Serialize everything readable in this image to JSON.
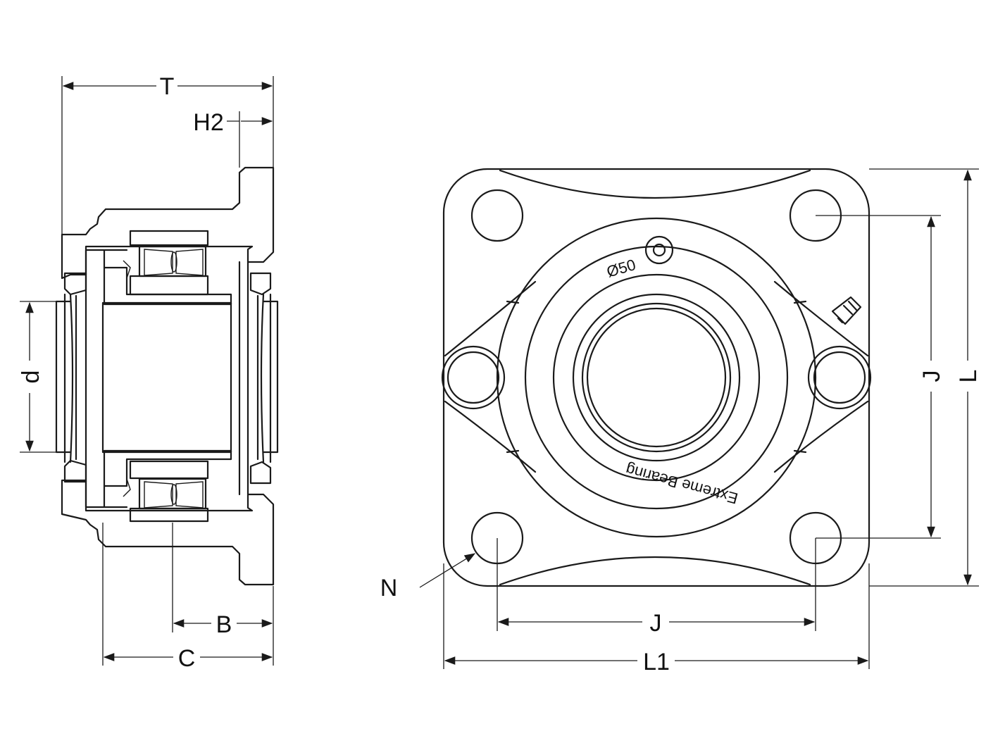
{
  "side_view": {
    "labels": {
      "T": "T",
      "H2": "H2",
      "d": "d",
      "B": "B",
      "C": "C"
    }
  },
  "front_view": {
    "bore_marking": "Ø50",
    "brand_marking": "Extreme Bearing",
    "labels": {
      "N": "N",
      "J_horizontal": "J",
      "J_vertical": "J",
      "L": "L",
      "L1": "L1"
    }
  }
}
